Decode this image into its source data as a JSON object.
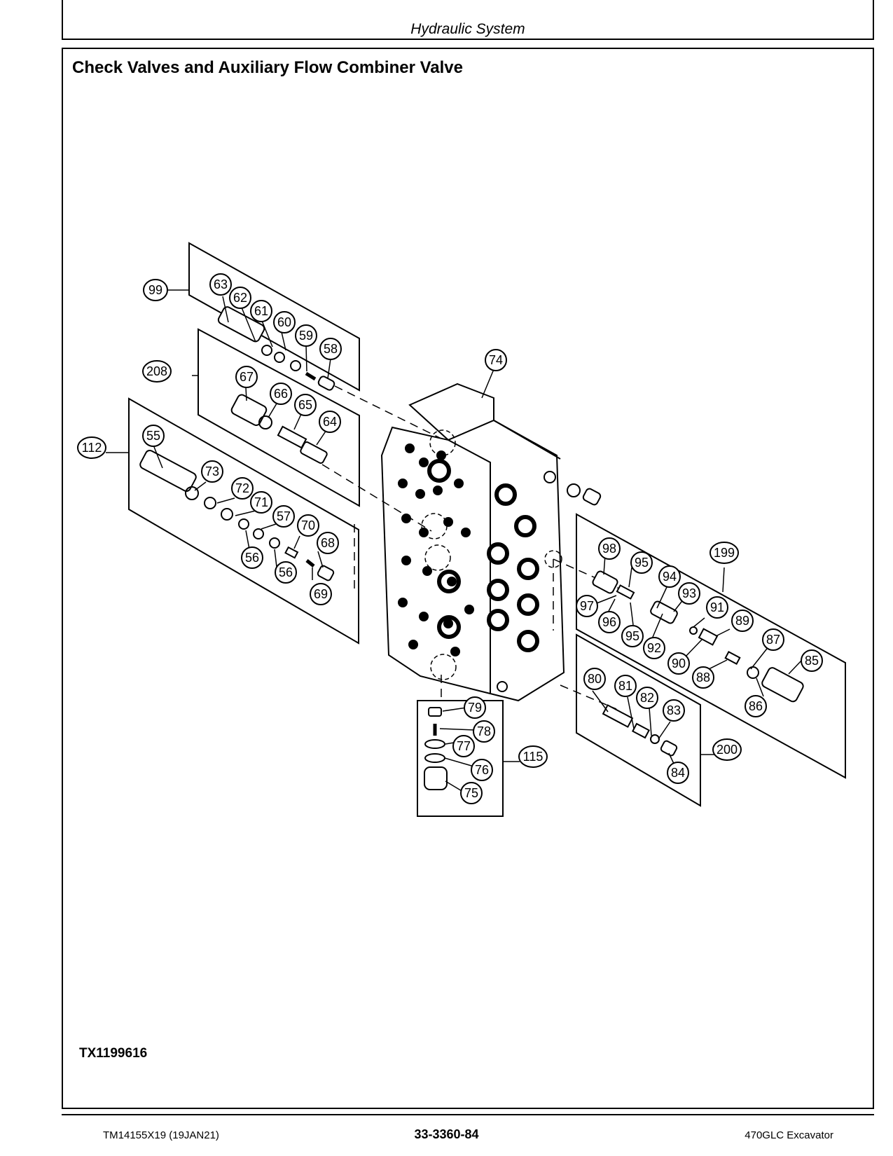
{
  "header": {
    "section_title": "Hydraulic System"
  },
  "figure": {
    "title": "Check Valves and Auxiliary Flow Combiner Valve",
    "id": "TX1199616",
    "callouts": {
      "c99": "99",
      "c63": "63",
      "c62": "62",
      "c61": "61",
      "c60": "60",
      "c59": "59",
      "c58": "58",
      "c208": "208",
      "c67": "67",
      "c66": "66",
      "c65": "65",
      "c64": "64",
      "c112": "112",
      "c55": "55",
      "c73": "73",
      "c72": "72",
      "c71": "71",
      "c57": "57",
      "c70": "70",
      "c68": "68",
      "c56a": "56",
      "c56b": "56",
      "c69": "69",
      "c74": "74",
      "c199": "199",
      "c98": "98",
      "c95a": "95",
      "c94": "94",
      "c93": "93",
      "c91": "91",
      "c89": "89",
      "c97": "97",
      "c96": "96",
      "c95b": "95",
      "c92": "92",
      "c90": "90",
      "c88": "88",
      "c87": "87",
      "c85": "85",
      "c86": "86",
      "c200": "200",
      "c80": "80",
      "c81": "81",
      "c82": "82",
      "c83": "83",
      "c84": "84",
      "c115": "115",
      "c79": "79",
      "c78": "78",
      "c77": "77",
      "c76": "76",
      "c75": "75"
    }
  },
  "footer": {
    "doc_number": "TM14155X19 (19JAN21)",
    "page_number": "33-3360-84",
    "model": "470GLC Excavator"
  }
}
